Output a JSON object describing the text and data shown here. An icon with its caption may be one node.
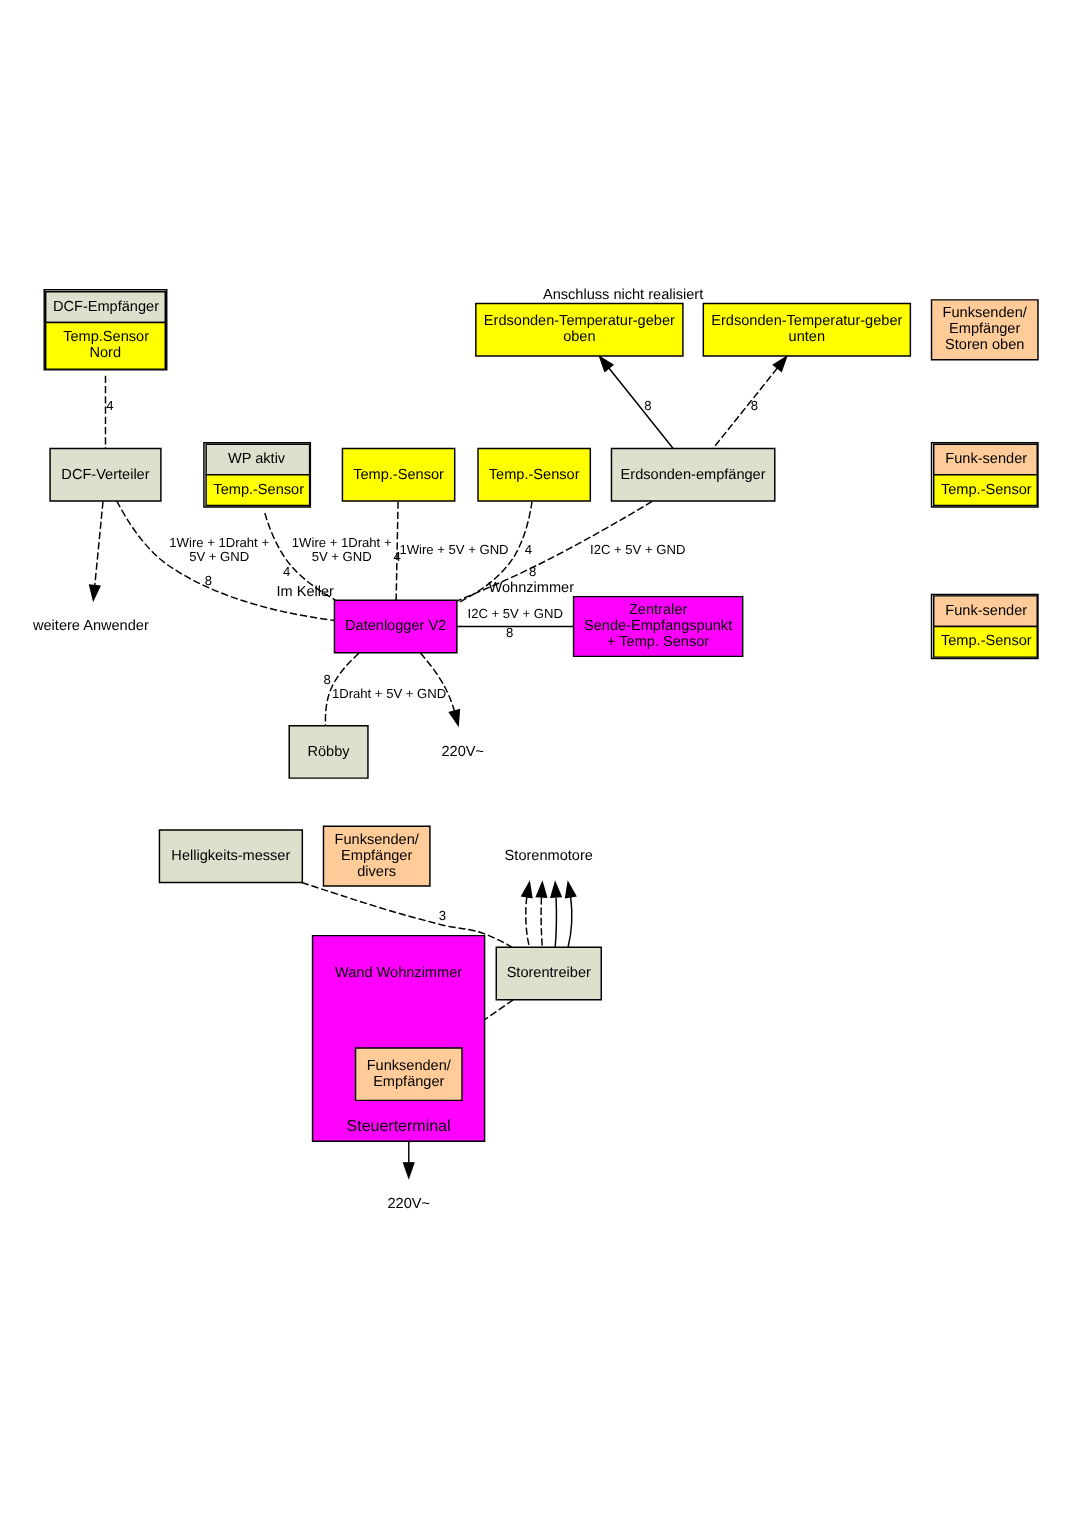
{
  "diagram": {
    "nodes": [
      {
        "text": [
          "Erdsonden-Temperatur-geber unten"
        ],
        "beside": [
          "Anschluss nicht realisiert"
        ]
      },
      {
        "text": [
          "Erdsonden-Temperatur-geber oben"
        ]
      },
      {
        "text": [
          "Funksenden/ Empfänger Storen oben"
        ]
      },
      {
        "text": [
          "DCF-Empfänger",
          "Temp.Sensor Nord"
        ]
      },
      {
        "text": [
          "Funk-sender",
          "Temp.-Sensor"
        ]
      },
      {
        "text": [
          "Erdsonden-empfänger"
        ]
      },
      {
        "text": [
          "DCF-Verteiler"
        ]
      },
      {
        "text": [
          "Funk-sender",
          "Temp.-Sensor"
        ]
      },
      {
        "text": [
          "WP aktiv",
          "Temp.-Sensor"
        ]
      },
      {
        "text": [
          "Temp.-Sensor"
        ]
      },
      {
        "text": [
          "Temp.-Sensor"
        ]
      },
      {
        "text": [
          "Datenlogger V2"
        ],
        "beside": [
          "Im Keller"
        ]
      },
      {
        "text": [
          "Zentraler Sende-Empfangspunkt + Temp. Sensor"
        ],
        "beside": [
          "Wohnzimmer"
        ]
      },
      {
        "text": [
          "Funksenden/ Empfänger divers"
        ]
      },
      {
        "text": [
          "Röbby"
        ]
      },
      {
        "text": [
          "Helligkeits-messer"
        ]
      },
      {
        "text": [
          "Storentreiber"
        ]
      },
      {
        "text": [
          "Steuerterminal"
        ],
        "beside": [
          "Wand Wohnzimmer"
        ]
      },
      {
        "text": [
          "Funksenden/ Empfänger"
        ],
        "in": 17
      },
      {
        "text": [
          "weitere Anwender"
        ]
      },
      {
        "text": [
          "220V~"
        ]
      },
      {
        "text": [
          "220V~"
        ]
      },
      {
        "text": [
          "Storenmotore"
        ]
      }
    ],
    "edges": [
      {
        "from": 5,
        "to": 1,
        "arrow": "to"
      },
      {
        "from": 5,
        "to": 0,
        "arrow": "to",
        "style": "dashed"
      },
      {
        "from": 3,
        "to": 6,
        "arrow": "none",
        "style": "dashed"
      },
      {
        "from": 6,
        "to": 19,
        "arrow": "to",
        "style": "dashed"
      },
      {
        "from": 5,
        "to": 11,
        "arrow": "none",
        "style": "dashed",
        "label": "I2C + 5V + GND"
      },
      {
        "from": 6,
        "to": 11,
        "arrow": "none",
        "style": "dashed",
        "label": "1Wire + 1Draht + 5V + GND"
      },
      {
        "from": 8,
        "to": 11,
        "arrow": "none",
        "style": "dashed",
        "label": "1Wire + 1Draht + 5V + GND"
      },
      {
        "from": 9,
        "to": 11,
        "arrow": "none",
        "style": "dashed",
        "label": "1Wire + 5V + GND"
      },
      {
        "from": 10,
        "to": 11,
        "arrow": "none",
        "style": "dashed"
      },
      {
        "from": 11,
        "to": 12,
        "arrow": "none",
        "label": "I2C + 5V + GND"
      },
      {
        "from": 11,
        "to": 14,
        "arrow": "none",
        "style": "dashed",
        "label": "1Draht + 5V + GND"
      },
      {
        "from": 11,
        "to": 20,
        "arrow": "to",
        "style": "dashed"
      },
      {
        "from": 15,
        "to": 16,
        "arrow": "none",
        "style": "dashed"
      },
      {
        "from": 16,
        "to": 22,
        "arrow": "to",
        "style": "dashed"
      },
      {
        "from": 16,
        "to": 22,
        "arrow": "to",
        "style": "dashed"
      },
      {
        "from": 16,
        "to": 22,
        "arrow": "to"
      },
      {
        "from": 16,
        "to": 22,
        "arrow": "to"
      },
      {
        "from": 16,
        "to": 17,
        "arrow": "none",
        "style": "dashed"
      },
      {
        "from": 17,
        "to": 21,
        "arrow": "to"
      }
    ],
    "labels": [
      "8",
      "8",
      "4",
      "8",
      "8",
      "4",
      "4",
      "4",
      "8",
      "8",
      "3"
    ]
  }
}
